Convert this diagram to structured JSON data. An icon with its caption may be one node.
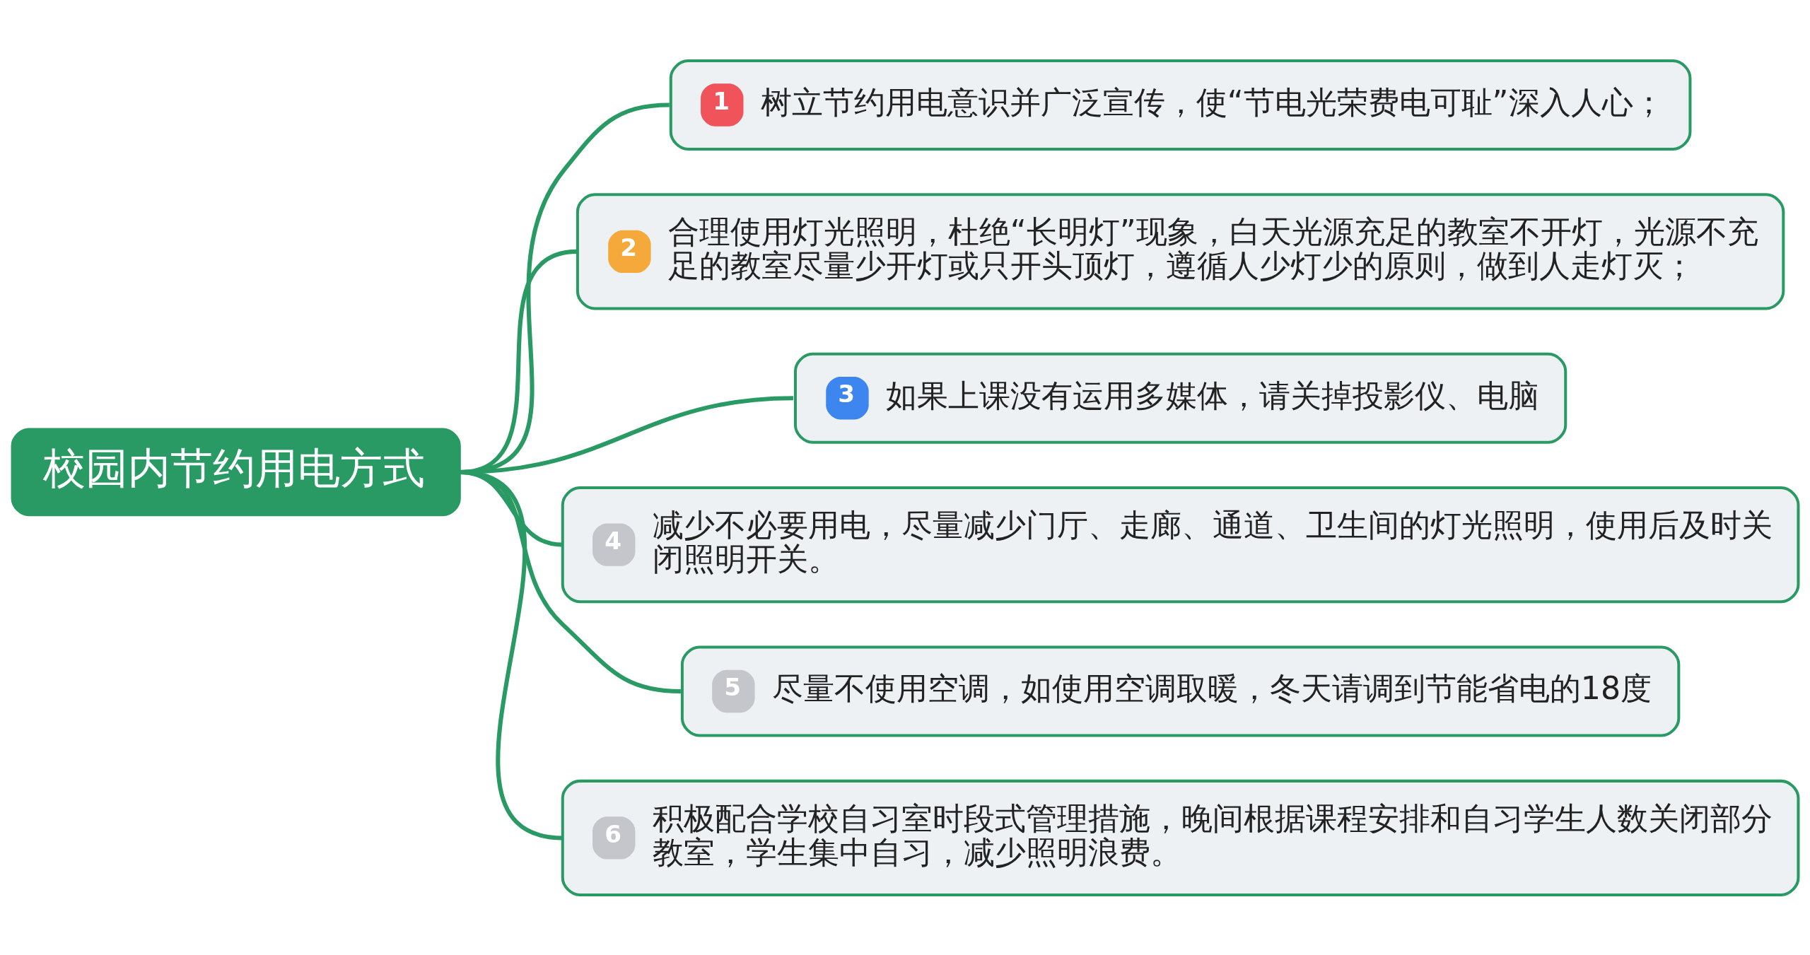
{
  "diagram": {
    "nodes": [
      {
        "text": [
          "校园内节约用电方式"
        ]
      },
      {
        "text": [
          "1",
          "树立节约用电意识并广泛宣传，使“节电光荣费电可耻”深入人心；"
        ]
      },
      {
        "text": [
          "2",
          "合理使用灯光照明，杜绝“长明灯”现象，白天光源充足的教室不开灯，光源不充足的教室尽量少开灯或只开头顶灯，遵循人少灯少的原则，做到人走灯灭；"
        ]
      },
      {
        "text": [
          "3",
          "如果上课没有运用多媒体，请关掉投影仪、电脑"
        ]
      },
      {
        "text": [
          "4",
          "减少不必要用电，尽量减少门厅、走廊、通道、卫生间的灯光照明，使用后及时关闭照明开关。"
        ]
      },
      {
        "text": [
          "5",
          "尽量不使用空调，如使用空调取暖，冬天请调到节能省电的18度"
        ]
      },
      {
        "text": [
          "6",
          "积极配合学校自习室时段式管理措施，晚间根据课程安排和自习学生人数关闭部分教室，学生集中自习，减少照明浪费。"
        ]
      }
    ],
    "edges": [
      {
        "from": 0,
        "to": 1,
        "arrow": "none"
      },
      {
        "from": 0,
        "to": 2,
        "arrow": "none"
      },
      {
        "from": 0,
        "to": 3,
        "arrow": "none"
      },
      {
        "from": 0,
        "to": 4,
        "arrow": "none"
      },
      {
        "from": 0,
        "to": 5,
        "arrow": "none"
      },
      {
        "from": 0,
        "to": 6,
        "arrow": "none"
      }
    ]
  }
}
